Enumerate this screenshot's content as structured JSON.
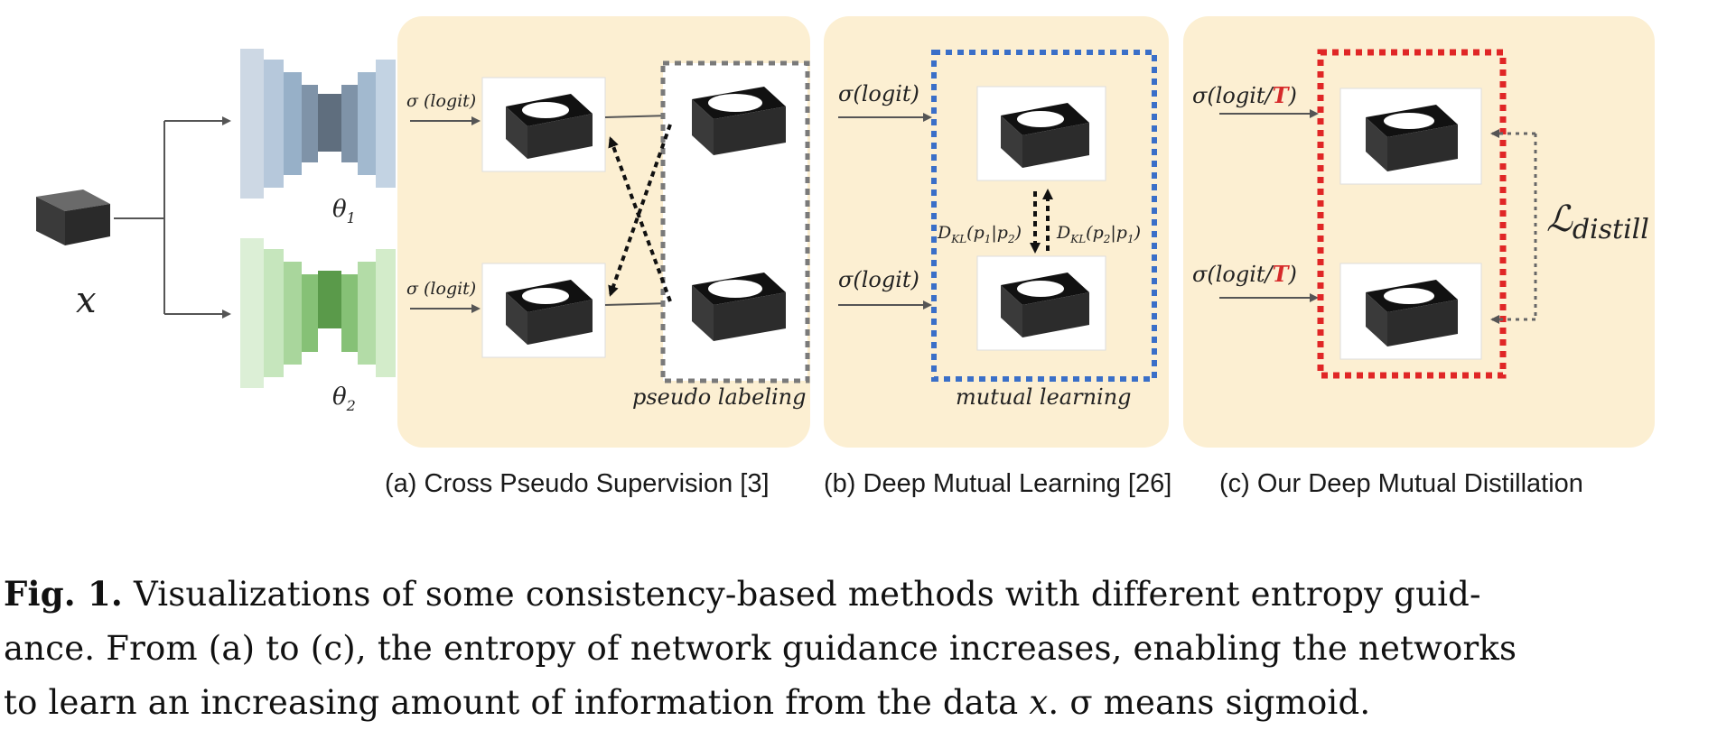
{
  "input_label": "x",
  "theta1": "θ",
  "theta1_sub": "1",
  "theta2": "θ",
  "theta2_sub": "2",
  "sigma_logit": "σ (logit)",
  "sigma_logit_b": "σ(logit)",
  "sigma_logit_T_pre": "σ(logit/",
  "T": "T",
  "close_paren": ")",
  "dkl_left": "D",
  "dkl_left_sub": "KL",
  "dkl_left_args": "(p",
  "dkl_p1": "1",
  "dkl_bar": "|p",
  "dkl_p2": "2",
  "dkl_right_args": "(p",
  "pseudo_labeling": "pseudo labeling",
  "mutual_learning": "mutual learning",
  "L_distill_main": "ℒ",
  "L_distill_sub": "distill",
  "subcaptions": {
    "a": "(a) Cross Pseudo Supervision [3]",
    "b": "(b) Deep Mutual Learning [26]",
    "c": "(c) Our Deep Mutual Distillation"
  },
  "caption": {
    "lead": "Fig. 1.",
    "line1": " Visualizations of some consistency-based methods with different entropy guid-",
    "line2": "ance. From (a) to (c), the entropy of network guidance increases, enabling the networks",
    "line3": "to learn an increasing amount of information from the data ",
    "x": "x",
    "line3b": ". σ means sigmoid."
  },
  "colors": {
    "panel": "#fcefd2",
    "net1": "#a9bfd8",
    "net2": "#b9deb0",
    "gray_box": "#7a7a7a",
    "blue_box": "#3a6fc8",
    "red_box": "#e02626",
    "T_red": "#d62a2a"
  }
}
